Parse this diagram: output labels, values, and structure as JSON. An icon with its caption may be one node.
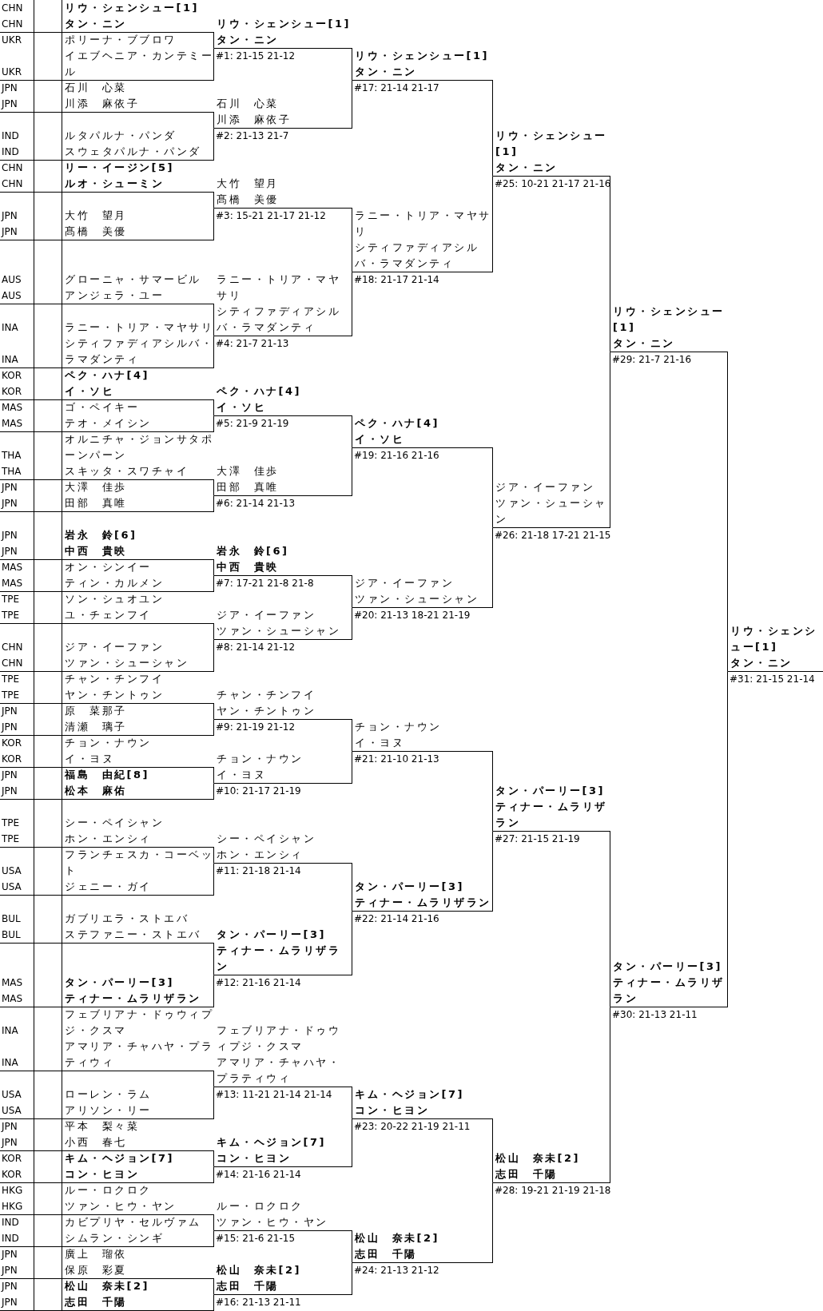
{
  "diagram": {
    "nodes": [
      {
        "text": [
          "リウ・シェンシュー[1]",
          "タン・ニン"
        ],
        "beside": [
          "CHN",
          "CHN"
        ]
      },
      {
        "text": [
          "ポリーナ・ブブロワ",
          "イエブヘニア・カンテミール"
        ],
        "beside": [
          "UKR",
          "UKR"
        ]
      },
      {
        "text": [
          "石川　心菜",
          "川添　麻依子"
        ],
        "beside": [
          "JPN",
          "JPN"
        ]
      },
      {
        "text": [
          "ルタパルナ・パンダ",
          "スウェタパルナ・パンダ"
        ],
        "beside": [
          "IND",
          "IND"
        ]
      },
      {
        "text": [
          "リー・イージン[5]",
          "ルオ・シューミン"
        ],
        "beside": [
          "CHN",
          "CHN"
        ]
      },
      {
        "text": [
          "大竹　望月",
          "髙橋　美優"
        ],
        "beside": [
          "JPN",
          "JPN"
        ]
      },
      {
        "text": [
          "グローニャ・サマービル",
          "アンジェラ・ユー"
        ],
        "beside": [
          "AUS",
          "AUS"
        ]
      },
      {
        "text": [
          "ラニー・トリア・マヤサリ",
          "シティファディアシルバ・ラマダンティ"
        ],
        "beside": [
          "INA",
          "INA"
        ]
      },
      {
        "text": [
          "ペク・ハナ[4]",
          "イ・ソヒ"
        ],
        "beside": [
          "KOR",
          "KOR"
        ]
      },
      {
        "text": [
          "ゴ・ペイキー",
          "テオ・メイシン"
        ],
        "beside": [
          "MAS",
          "MAS"
        ]
      },
      {
        "text": [
          "オルニチャ・ジョンサタポーンパーン",
          "スキッタ・スワチャイ"
        ],
        "beside": [
          "THA",
          "THA"
        ]
      },
      {
        "text": [
          "大澤　佳歩",
          "田部　真唯"
        ],
        "beside": [
          "JPN",
          "JPN"
        ]
      },
      {
        "text": [
          "岩永　鈴[6]",
          "中西　貴映"
        ],
        "beside": [
          "JPN",
          "JPN"
        ]
      },
      {
        "text": [
          "オン・シンイー",
          "ティン・カルメン"
        ],
        "beside": [
          "MAS",
          "MAS"
        ]
      },
      {
        "text": [
          "ソン・シュオユン",
          "ユ・チェンフイ"
        ],
        "beside": [
          "TPE",
          "TPE"
        ]
      },
      {
        "text": [
          "ジア・イーファン",
          "ツァン・シューシャン"
        ],
        "beside": [
          "CHN",
          "CHN"
        ]
      },
      {
        "text": [
          "チャン・チンフイ",
          "ヤン・チントゥン"
        ],
        "beside": [
          "TPE",
          "TPE"
        ]
      },
      {
        "text": [
          "原　菜那子",
          "清瀬　璃子"
        ],
        "beside": [
          "JPN",
          "JPN"
        ]
      },
      {
        "text": [
          "チョン・ナウン",
          "イ・ヨヌ"
        ],
        "beside": [
          "KOR",
          "KOR"
        ]
      },
      {
        "text": [
          "福島　由紀[8]",
          "松本　麻佑"
        ],
        "beside": [
          "JPN",
          "JPN"
        ]
      },
      {
        "text": [
          "シー・ペイシャン",
          "ホン・エンシィ"
        ],
        "beside": [
          "TPE",
          "TPE"
        ]
      },
      {
        "text": [
          "フランチェスカ・コーベット",
          "ジェニー・ガイ"
        ],
        "beside": [
          "USA",
          "USA"
        ]
      },
      {
        "text": [
          "ガブリエラ・ストエバ",
          "ステファニー・ストエバ"
        ],
        "beside": [
          "BUL",
          "BUL"
        ]
      },
      {
        "text": [
          "タン・パーリー[3]",
          "ティナー・ムラリザラン"
        ],
        "beside": [
          "MAS",
          "MAS"
        ]
      },
      {
        "text": [
          "フェブリアナ・ドゥウィプジ・クスマ",
          "アマリア・チャハヤ・プラティウィ"
        ],
        "beside": [
          "INA",
          "INA"
        ]
      },
      {
        "text": [
          "ローレン・ラム",
          "アリソン・リー"
        ],
        "beside": [
          "USA",
          "USA"
        ]
      },
      {
        "text": [
          "平本　梨々菜",
          "小西　春七"
        ],
        "beside": [
          "JPN",
          "JPN"
        ]
      },
      {
        "text": [
          "キム・ヘジョン[7]",
          "コン・ヒヨン"
        ],
        "beside": [
          "KOR",
          "KOR"
        ]
      },
      {
        "text": [
          "ルー・ロクロク",
          "ツァン・ヒウ・ヤン"
        ],
        "beside": [
          "HKG",
          "HKG"
        ]
      },
      {
        "text": [
          "カビプリヤ・セルヴァム",
          "シムラン・シンギ"
        ],
        "beside": [
          "IND",
          "IND"
        ]
      },
      {
        "text": [
          "廣上　瑠依",
          "保原　彩夏"
        ],
        "beside": [
          "JPN",
          "JPN"
        ]
      },
      {
        "text": [
          "松山　奈未[2]",
          "志田　千陽"
        ],
        "beside": [
          "JPN",
          "JPN"
        ]
      },
      {
        "text": [
          "リウ・シェンシュー[1]",
          "タン・ニン"
        ],
        "beside": [
          "#1: 21-15 21-12"
        ]
      },
      {
        "text": [
          "石川　心菜",
          "川添　麻依子"
        ],
        "beside": [
          "#2: 21-13 21-7"
        ]
      },
      {
        "text": [
          "大竹　望月",
          "髙橋　美優"
        ],
        "beside": [
          "#3: 15-21 21-17 21-12"
        ]
      },
      {
        "text": [
          "ラニー・トリア・マヤサリ",
          "シティファディアシルバ・ラマダンティ"
        ],
        "beside": [
          "#4: 21-7 21-13"
        ]
      },
      {
        "text": [
          "ペク・ハナ[4]",
          "イ・ソヒ"
        ],
        "beside": [
          "#5: 21-9 21-19"
        ]
      },
      {
        "text": [
          "大澤　佳歩",
          "田部　真唯"
        ],
        "beside": [
          "#6: 21-14 21-13"
        ]
      },
      {
        "text": [
          "岩永　鈴[6]",
          "中西　貴映"
        ],
        "beside": [
          "#7: 17-21 21-8 21-8"
        ]
      },
      {
        "text": [
          "ジア・イーファン",
          "ツァン・シューシャン"
        ],
        "beside": [
          "#8: 21-14 21-12"
        ]
      },
      {
        "text": [
          "チャン・チンフイ",
          "ヤン・チントゥン"
        ],
        "beside": [
          "#9: 21-19 21-12"
        ]
      },
      {
        "text": [
          "チョン・ナウン",
          "イ・ヨヌ"
        ],
        "beside": [
          "#10: 21-17 21-19"
        ]
      },
      {
        "text": [
          "シー・ペイシャン",
          "ホン・エンシィ"
        ],
        "beside": [
          "#11: 21-18 21-14"
        ]
      },
      {
        "text": [
          "タン・パーリー[3]",
          "ティナー・ムラリザラン"
        ],
        "beside": [
          "#12: 21-16 21-14"
        ]
      },
      {
        "text": [
          "フェブリアナ・ドゥウィプジ・クスマ",
          "アマリア・チャハヤ・プラティウィ"
        ],
        "beside": [
          "#13: 11-21 21-14 21-14"
        ]
      },
      {
        "text": [
          "キム・ヘジョン[7]",
          "コン・ヒヨン"
        ],
        "beside": [
          "#14: 21-16 21-14"
        ]
      },
      {
        "text": [
          "ルー・ロクロク",
          "ツァン・ヒウ・ヤン"
        ],
        "beside": [
          "#15: 21-6 21-15"
        ]
      },
      {
        "text": [
          "松山　奈未[2]",
          "志田　千陽"
        ],
        "beside": [
          "#16: 21-13 21-11"
        ]
      },
      {
        "text": [
          "リウ・シェンシュー[1]",
          "タン・ニン"
        ],
        "beside": [
          "#17: 21-14 21-17"
        ]
      },
      {
        "text": [
          "ラニー・トリア・マヤサリ",
          "シティファディアシルバ・ラマダンティ"
        ],
        "beside": [
          "#18: 21-17 21-14"
        ]
      },
      {
        "text": [
          "ペク・ハナ[4]",
          "イ・ソヒ"
        ],
        "beside": [
          "#19: 21-16 21-16"
        ]
      },
      {
        "text": [
          "ジア・イーファン",
          "ツァン・シューシャン"
        ],
        "beside": [
          "#20: 21-13 18-21 21-19"
        ]
      },
      {
        "text": [
          "チョン・ナウン",
          "イ・ヨヌ"
        ],
        "beside": [
          "#21: 21-10 21-13"
        ]
      },
      {
        "text": [
          "タン・パーリー[3]",
          "ティナー・ムラリザラン"
        ],
        "beside": [
          "#22: 21-14 21-16"
        ]
      },
      {
        "text": [
          "キム・ヘジョン[7]",
          "コン・ヒヨン"
        ],
        "beside": [
          "#23: 20-22 21-19 21-11"
        ]
      },
      {
        "text": [
          "松山　奈未[2]",
          "志田　千陽"
        ],
        "beside": [
          "#24: 21-13 21-12"
        ]
      },
      {
        "text": [
          "リウ・シェンシュー[1]",
          "タン・ニン"
        ],
        "beside": [
          "#25: 10-21 21-17 21-16"
        ]
      },
      {
        "text": [
          "ジア・イーファン",
          "ツァン・シューシャン"
        ],
        "beside": [
          "#26: 21-18 17-21 21-15"
        ]
      },
      {
        "text": [
          "タン・パーリー[3]",
          "ティナー・ムラリザラン"
        ],
        "beside": [
          "#27: 21-15 21-19"
        ]
      },
      {
        "text": [
          "松山　奈未[2]",
          "志田　千陽"
        ],
        "beside": [
          "#28: 19-21 21-19 21-18"
        ]
      },
      {
        "text": [
          "リウ・シェンシュー[1]",
          "タン・ニン"
        ],
        "beside": [
          "#29: 21-7 21-16"
        ]
      },
      {
        "text": [
          "タン・パーリー[3]",
          "ティナー・ムラリザラン"
        ],
        "beside": [
          "#30: 21-13 21-11"
        ]
      },
      {
        "text": [
          "リウ・シェンシュー[1]",
          "タン・ニン"
        ],
        "beside": [
          "#31: 21-15 21-14"
        ]
      }
    ],
    "edges": [
      {
        "from": 0,
        "to": 32,
        "arrow": "none"
      },
      {
        "from": 1,
        "to": 32,
        "arrow": "none"
      },
      {
        "from": 2,
        "to": 33,
        "arrow": "none"
      },
      {
        "from": 3,
        "to": 33,
        "arrow": "none"
      },
      {
        "from": 4,
        "to": 34,
        "arrow": "none"
      },
      {
        "from": 5,
        "to": 34,
        "arrow": "none"
      },
      {
        "from": 6,
        "to": 35,
        "arrow": "none"
      },
      {
        "from": 7,
        "to": 35,
        "arrow": "none"
      },
      {
        "from": 8,
        "to": 36,
        "arrow": "none"
      },
      {
        "from": 9,
        "to": 36,
        "arrow": "none"
      },
      {
        "from": 10,
        "to": 37,
        "arrow": "none"
      },
      {
        "from": 11,
        "to": 37,
        "arrow": "none"
      },
      {
        "from": 12,
        "to": 38,
        "arrow": "none"
      },
      {
        "from": 13,
        "to": 38,
        "arrow": "none"
      },
      {
        "from": 14,
        "to": 39,
        "arrow": "none"
      },
      {
        "from": 15,
        "to": 39,
        "arrow": "none"
      },
      {
        "from": 16,
        "to": 40,
        "arrow": "none"
      },
      {
        "from": 17,
        "to": 40,
        "arrow": "none"
      },
      {
        "from": 18,
        "to": 41,
        "arrow": "none"
      },
      {
        "from": 19,
        "to": 41,
        "arrow": "none"
      },
      {
        "from": 20,
        "to": 42,
        "arrow": "none"
      },
      {
        "from": 21,
        "to": 42,
        "arrow": "none"
      },
      {
        "from": 22,
        "to": 43,
        "arrow": "none"
      },
      {
        "from": 23,
        "to": 43,
        "arrow": "none"
      },
      {
        "from": 24,
        "to": 44,
        "arrow": "none"
      },
      {
        "from": 25,
        "to": 44,
        "arrow": "none"
      },
      {
        "from": 26,
        "to": 45,
        "arrow": "none"
      },
      {
        "from": 27,
        "to": 45,
        "arrow": "none"
      },
      {
        "from": 28,
        "to": 46,
        "arrow": "none"
      },
      {
        "from": 29,
        "to": 46,
        "arrow": "none"
      },
      {
        "from": 30,
        "to": 47,
        "arrow": "none"
      },
      {
        "from": 31,
        "to": 47,
        "arrow": "none"
      },
      {
        "from": 32,
        "to": 48,
        "arrow": "none"
      },
      {
        "from": 33,
        "to": 48,
        "arrow": "none"
      },
      {
        "from": 34,
        "to": 49,
        "arrow": "none"
      },
      {
        "from": 35,
        "to": 49,
        "arrow": "none"
      },
      {
        "from": 36,
        "to": 50,
        "arrow": "none"
      },
      {
        "from": 37,
        "to": 50,
        "arrow": "none"
      },
      {
        "from": 38,
        "to": 51,
        "arrow": "none"
      },
      {
        "from": 39,
        "to": 51,
        "arrow": "none"
      },
      {
        "from": 40,
        "to": 52,
        "arrow": "none"
      },
      {
        "from": 41,
        "to": 52,
        "arrow": "none"
      },
      {
        "from": 42,
        "to": 53,
        "arrow": "none"
      },
      {
        "from": 43,
        "to": 53,
        "arrow": "none"
      },
      {
        "from": 44,
        "to": 54,
        "arrow": "none"
      },
      {
        "from": 45,
        "to": 54,
        "arrow": "none"
      },
      {
        "from": 46,
        "to": 55,
        "arrow": "none"
      },
      {
        "from": 47,
        "to": 55,
        "arrow": "none"
      },
      {
        "from": 48,
        "to": 56,
        "arrow": "none"
      },
      {
        "from": 49,
        "to": 56,
        "arrow": "none"
      },
      {
        "from": 50,
        "to": 57,
        "arrow": "none"
      },
      {
        "from": 51,
        "to": 57,
        "arrow": "none"
      },
      {
        "from": 52,
        "to": 58,
        "arrow": "none"
      },
      {
        "from": 53,
        "to": 58,
        "arrow": "none"
      },
      {
        "from": 54,
        "to": 59,
        "arrow": "none"
      },
      {
        "from": 55,
        "to": 59,
        "arrow": "none"
      },
      {
        "from": 56,
        "to": 60,
        "arrow": "none"
      },
      {
        "from": 57,
        "to": 60,
        "arrow": "none"
      },
      {
        "from": 58,
        "to": 61,
        "arrow": "none"
      },
      {
        "from": 59,
        "to": 61,
        "arrow": "none"
      },
      {
        "from": 60,
        "to": 62,
        "arrow": "none"
      },
      {
        "from": 61,
        "to": 62,
        "arrow": "none"
      }
    ]
  }
}
